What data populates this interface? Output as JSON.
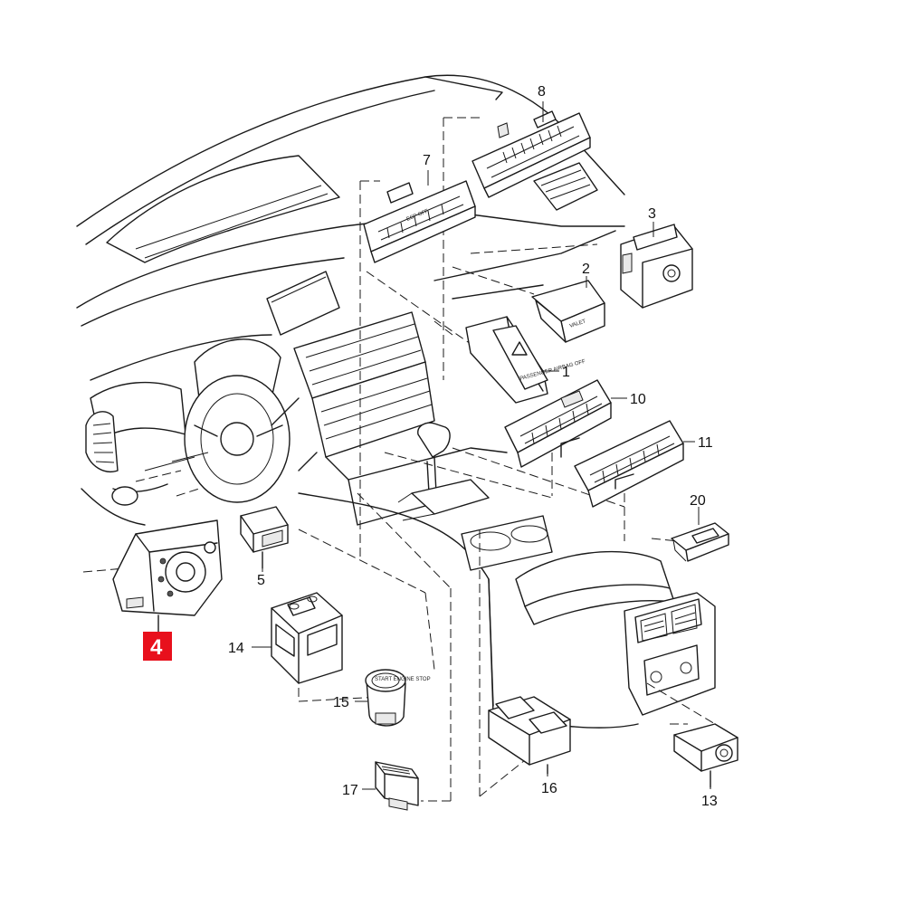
{
  "callouts": {
    "c1": "1",
    "c2": "2",
    "c3": "3",
    "c4": "4",
    "c5": "5",
    "c7": "7",
    "c8": "8",
    "c10": "10",
    "c11": "11",
    "c13": "13",
    "c14": "14",
    "c15": "15",
    "c16": "16",
    "c17": "17",
    "c20": "20"
  },
  "part_text": {
    "valet": "VALET",
    "esp_off": "ESP OFF",
    "start_engine": "START ENGINE STOP",
    "airbag": "PASSENGER AIRBAG OFF"
  },
  "colors": {
    "highlight": "#e8101c",
    "ink": "#1a1a1a"
  }
}
